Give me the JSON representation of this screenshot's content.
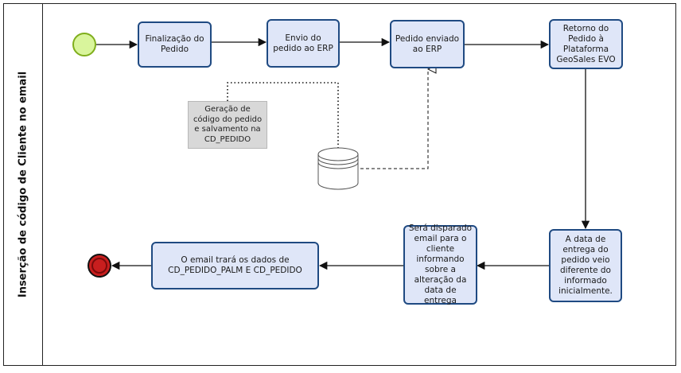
{
  "lane": {
    "title": "Inserção de código de Cliente no email"
  },
  "tasks": {
    "finalizacao": "Finalização do Pedido",
    "envio": "Envio do pedido ao ERP",
    "enviado": "Pedido enviado ao ERP",
    "retorno": "Retorno do Pedido à Plataforma GeoSales EVO",
    "data_entrega": "A data de entrega do pedido veio diferente do informado inicialmente.",
    "disparo": "Será disparado email para o cliente informando sobre a alteração da data de entrega",
    "email": "O email trará os dados de CD_PEDIDO_PALM E CD_PEDIDO"
  },
  "annotation": {
    "text": "Geração de código do pedido e salvamento na CD_PEDIDO"
  },
  "colors": {
    "task_fill": "#dfe6f8",
    "task_border": "#1f4a82",
    "start_fill": "#d9f59c",
    "start_border": "#7fae1c",
    "end_fill": "#c81e1e",
    "end_border": "#7a0b0b",
    "annotation_fill": "#d8d8d8"
  }
}
